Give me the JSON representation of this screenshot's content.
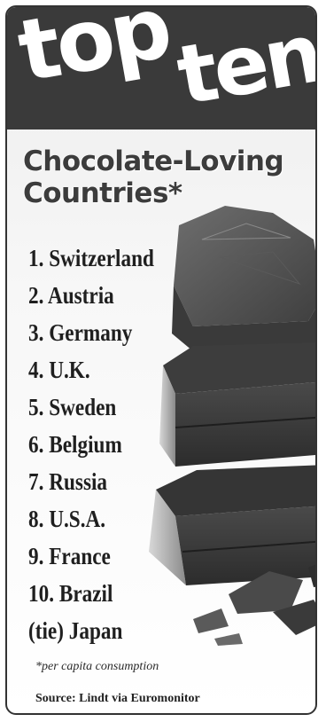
{
  "banner": {
    "word_top": "top",
    "word_ten": "ten"
  },
  "headline": {
    "line1": "Chocolate-Loving",
    "line2": "Countries*"
  },
  "rankings": [
    "1. Switzerland",
    "2. Austria",
    "3. Germany",
    "4. U.K.",
    "5. Sweden",
    "6. Belgium",
    "7. Russia",
    "8. U.S.A.",
    "9. France",
    "10. Brazil",
    "(tie) Japan"
  ],
  "footnote": "*per capita consumption",
  "source": "Source: Lindt via Euromonitor"
}
